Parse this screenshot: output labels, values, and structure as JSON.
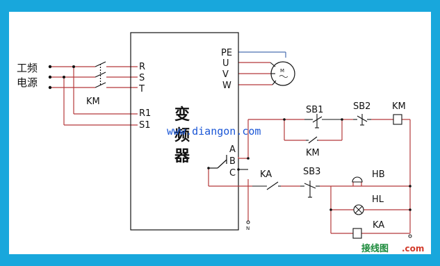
{
  "diagram": {
    "source_labels": [
      "工频",
      "电源"
    ],
    "inverter_inputs": [
      "R",
      "S",
      "T",
      "R1",
      "S1"
    ],
    "inverter_outputs": [
      "PE",
      "U",
      "V",
      "W"
    ],
    "inverter_name_chars": [
      "变",
      "频",
      "器"
    ],
    "fault_relay_terminals": [
      "A",
      "B",
      "C"
    ],
    "main_contactor_label": "KM",
    "control_components": {
      "sb1": "SB1",
      "sb2": "SB2",
      "km_coil": "KM",
      "km_aux": "KM",
      "ka_contact": "KA",
      "sb3": "SB3",
      "hb": "HB",
      "hl": "HL",
      "ka_coil": "KA"
    },
    "motor_symbol": "M",
    "neutral_label": "N",
    "website": "www.diangon.com",
    "watermark_cn": "接线图",
    "watermark_en": ".com"
  },
  "colors": {
    "frame": "#18a7dc",
    "canvas": "#ffffff",
    "power_wire": "#b5383a",
    "control_wire": "#b5383a",
    "ground_wire": "#4a6fb0",
    "ink": "#111111",
    "url": "#1a56d6"
  }
}
